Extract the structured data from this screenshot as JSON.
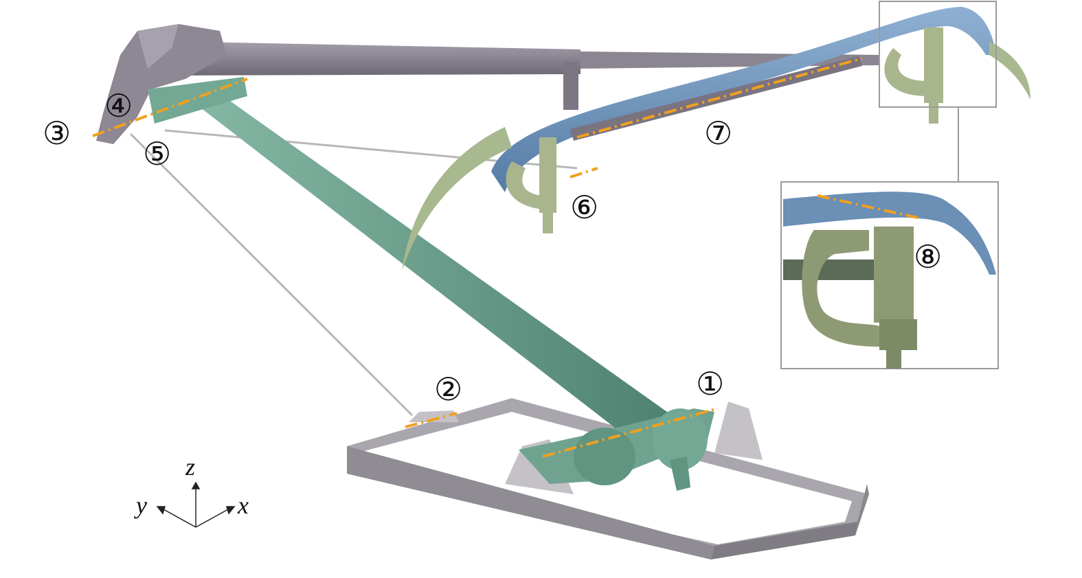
{
  "colors": {
    "upper_arm": "#8e8794",
    "upper_arm_dark": "#6d6674",
    "lower_arm": "#6fa390",
    "lower_arm_dark": "#4f8573",
    "base": "#b3b0b6",
    "base_dark": "#8f8c93",
    "head": "#7396bd",
    "head_dark": "#557aa2",
    "horn": "#a8b88f",
    "bracket": "#a9b58d",
    "joint_axis": "#f0a020",
    "rod": "#b7b7b7",
    "frame": "#9a9a9a"
  },
  "joint_labels": [
    "①",
    "②",
    "③",
    "④",
    "⑤",
    "⑥",
    "⑦",
    "⑧"
  ],
  "axes": {
    "z": "z",
    "y": "y",
    "x": "x"
  },
  "icons": [
    "axis-triad-icon"
  ]
}
